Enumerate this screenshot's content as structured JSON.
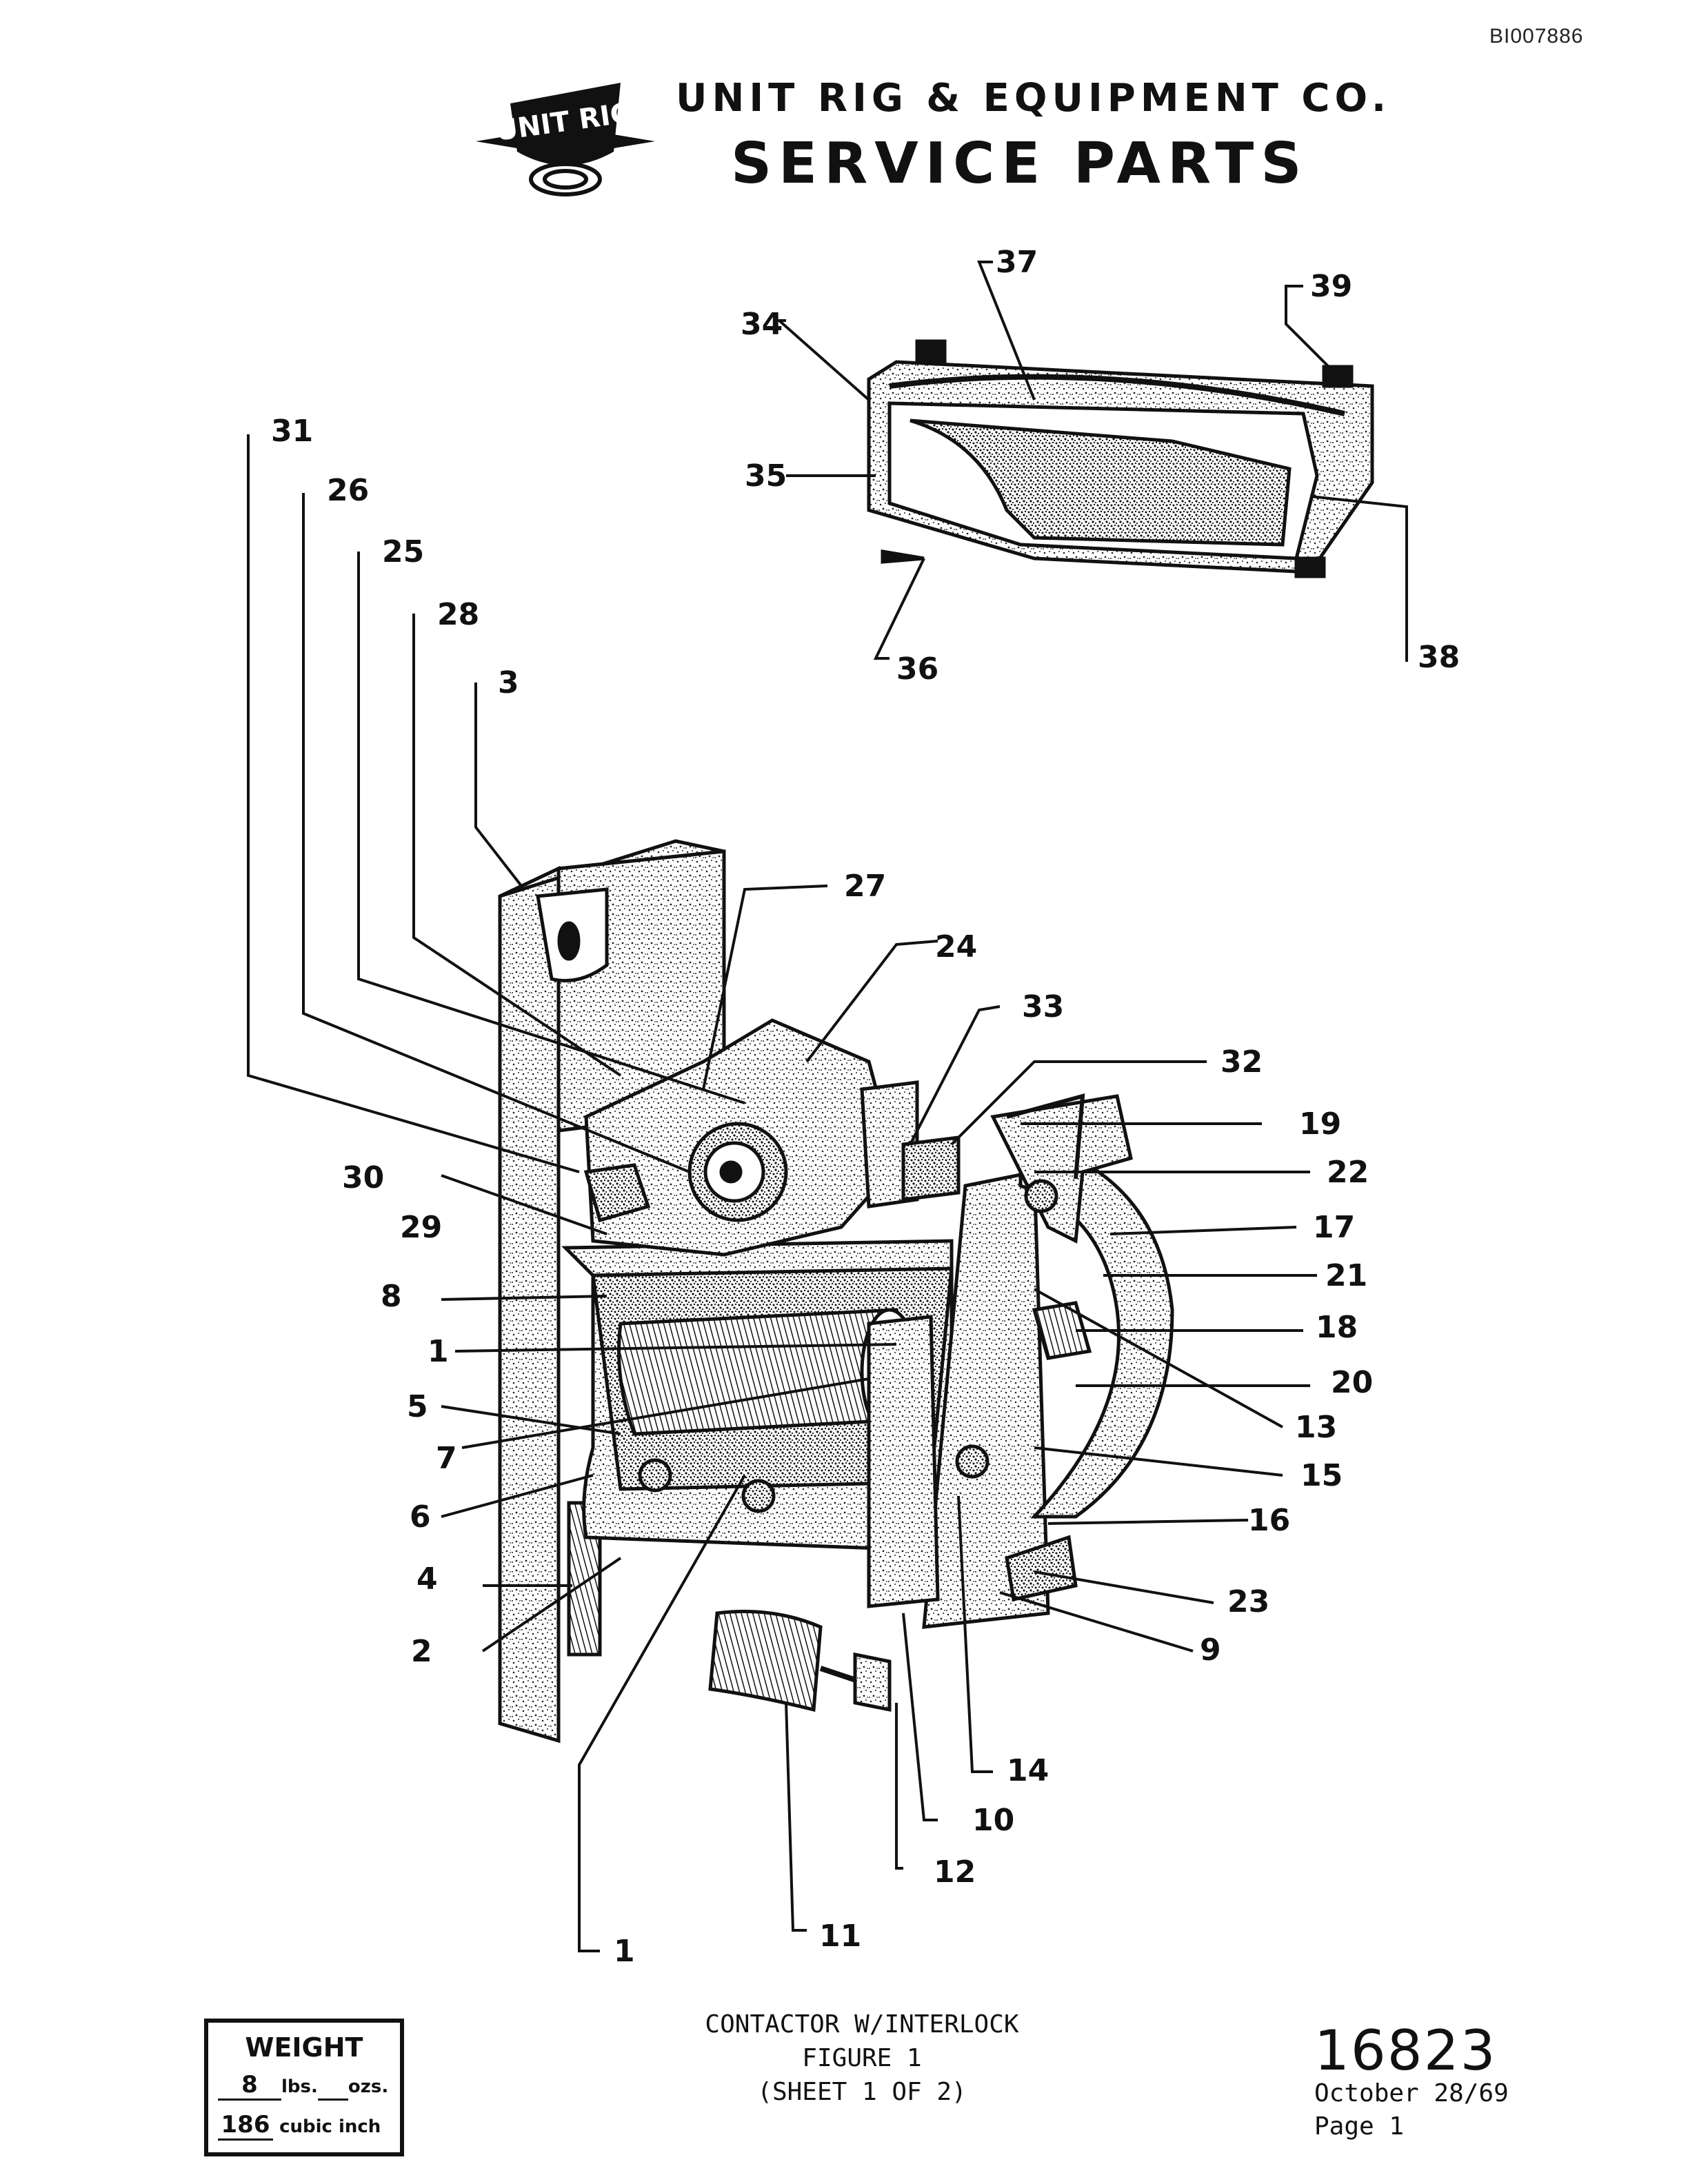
{
  "document_id": "BI007886",
  "header": {
    "logo_text": "UNIT RIG",
    "company": "UNIT RIG & EQUIPMENT CO.",
    "title": "SERVICE PARTS"
  },
  "callouts": [
    "1",
    "2",
    "3",
    "4",
    "5",
    "6",
    "7",
    "8",
    "9",
    "10",
    "11",
    "12",
    "13",
    "14",
    "15",
    "16",
    "17",
    "18",
    "19",
    "20",
    "21",
    "22",
    "23",
    "24",
    "25",
    "26",
    "27",
    "28",
    "29",
    "30",
    "31",
    "32",
    "33",
    "34",
    "35",
    "36",
    "37",
    "38",
    "39"
  ],
  "callout_lower_1": "1",
  "weight": {
    "title": "WEIGHT",
    "lbs_value": "8",
    "lbs_label": "lbs.",
    "ozs_label": "ozs.",
    "volume_value": "186",
    "volume_label": "cubic inch"
  },
  "caption": {
    "line1": "CONTACTOR W/INTERLOCK",
    "line2": "FIGURE 1",
    "line3": "(SHEET 1 OF 2)"
  },
  "drawing_number": "16823",
  "date": "October 28/69",
  "page": "Page 1",
  "colors": {
    "ink": "#111111",
    "paper": "#ffffff"
  }
}
